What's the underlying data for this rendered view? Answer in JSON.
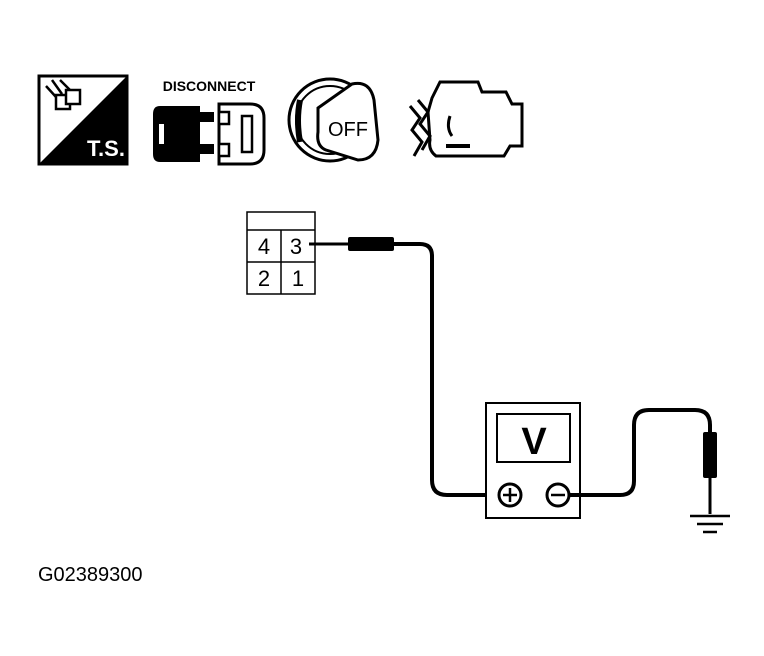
{
  "icons": {
    "ts": {
      "icon": "ts-tools-icon",
      "label": "T.S."
    },
    "disconnect": {
      "icon": "connector-disconnect-icon",
      "label": "DISCONNECT"
    },
    "ignition": {
      "icon": "ignition-key-icon",
      "label": "OFF"
    },
    "engine": {
      "icon": "engine-icon"
    }
  },
  "connector": {
    "terminals": {
      "t4": "4",
      "t3": "3",
      "t2": "2",
      "t1": "1"
    }
  },
  "meter": {
    "symbol": "V",
    "plus_icon": "plus-terminal-icon",
    "minus_icon": "minus-terminal-icon"
  },
  "ground": {
    "icon": "ground-icon"
  },
  "figure": {
    "id": "G02389300"
  },
  "colors": {
    "ink": "#000000",
    "paper": "#ffffff"
  }
}
